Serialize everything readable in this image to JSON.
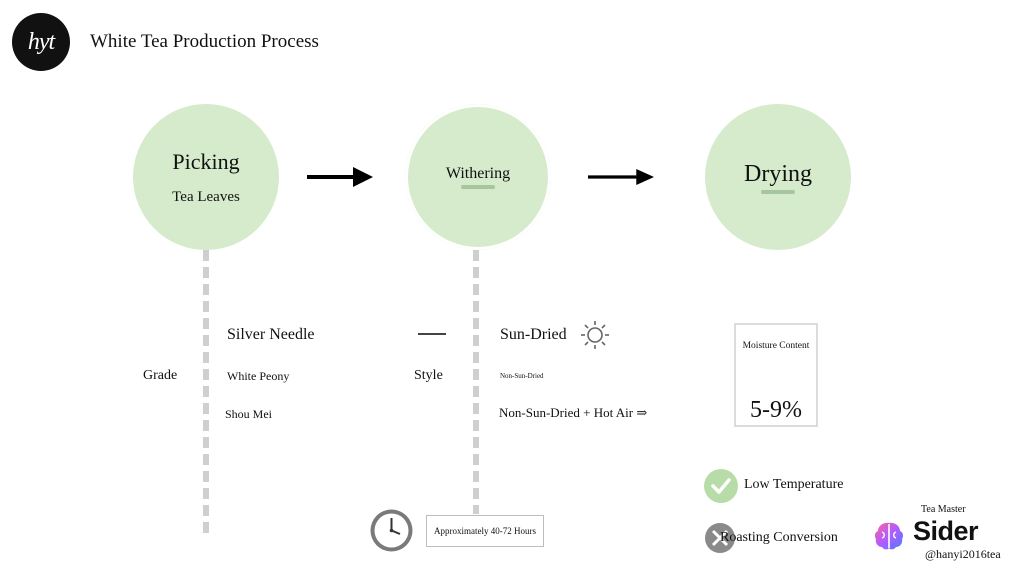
{
  "header": {
    "logo_text": "hyt",
    "title": "White Tea Production Process"
  },
  "stages": [
    {
      "name": "Picking",
      "subtitle": "Tea Leaves"
    },
    {
      "name": "Withering"
    },
    {
      "name": "Drying"
    }
  ],
  "grade": {
    "label": "Grade",
    "items": [
      "Silver Needle",
      "White Peony",
      "Shou Mei"
    ]
  },
  "style": {
    "label": "Style",
    "items": [
      "Sun-Dried",
      "Non-Sun-Dried",
      "Non-Sun-Dried + Hot Air ⇒"
    ]
  },
  "moisture": {
    "title": "Moisture Content",
    "value": "5-9%"
  },
  "withering_time": "Approximately 40-72 Hours",
  "legend": {
    "low_temperature": "Low Temperature",
    "roasting_conversion": "Roasting Conversion"
  },
  "branding": {
    "tea_master": "Tea Master",
    "brand": "Sider",
    "handle": "@hanyi2016tea"
  },
  "colors": {
    "stage_fill": "#d5ebcc",
    "check_green": "#b8dca7",
    "arrow": "#000000",
    "dashed_line": "#cfcfcf"
  },
  "icons": [
    "logo-badge",
    "right-arrow-icon",
    "sun-icon",
    "clock-icon",
    "check-icon",
    "x-icon",
    "brain-icon"
  ]
}
